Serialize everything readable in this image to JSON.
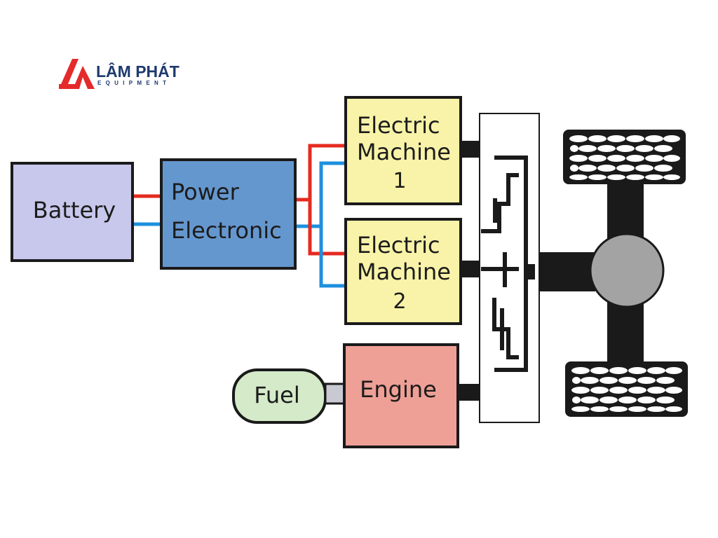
{
  "logo": {
    "brand": "LÂM PHÁT",
    "tagline": "EQUIPMENT"
  },
  "blocks": {
    "battery": {
      "label": "Battery",
      "color": "#c8c8ec"
    },
    "power_electronic": {
      "line1": "Power",
      "line2": "Electronic",
      "color": "#6597cf"
    },
    "electric_machine_1": {
      "line1": "Electric",
      "line2": "Machine",
      "line3": "1",
      "color": "#f8f3a8"
    },
    "electric_machine_2": {
      "line1": "Electric",
      "line2": "Machine",
      "line3": "2",
      "color": "#f8f3a8"
    },
    "engine": {
      "label": "Engine",
      "color": "#ee9f96"
    },
    "fuel": {
      "label": "Fuel",
      "color": "#d4eac9"
    }
  },
  "colors": {
    "positive_wire": "#e52a20",
    "negative_wire": "#1e90de",
    "shaft": "#1a1a1a",
    "differential": "#a3a3a3",
    "logo_red": "#e42a2a",
    "logo_navy": "#1f3a6e"
  }
}
